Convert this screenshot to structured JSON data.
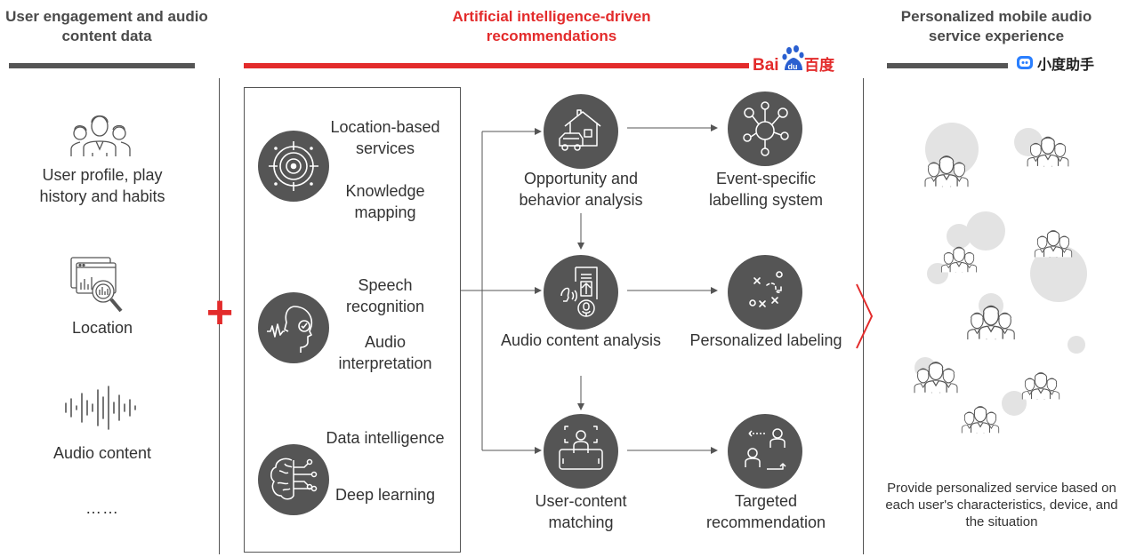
{
  "headers": {
    "left": "User engagement and audio content data",
    "center": "Artificial intelligence-driven recommendations",
    "right": "Personalized mobile audio service experience"
  },
  "brands": {
    "baidu_latin": "Bai",
    "baidu_du": "du",
    "baidu_cn": "百度",
    "xiaodu": "小度助手"
  },
  "inputs": [
    {
      "label": "User profile, play history and habits",
      "icon": "user-group-icon"
    },
    {
      "label": "Location",
      "icon": "location-analytics-icon"
    },
    {
      "label": "Audio content",
      "icon": "audio-waveform-icon"
    }
  ],
  "inputs_more": "……",
  "plus_sign": "+",
  "techniques": [
    {
      "icon": "target-icon",
      "lines": [
        "Location-based services",
        "Knowledge mapping"
      ]
    },
    {
      "icon": "voice-head-icon",
      "lines": [
        "Speech recognition",
        "Audio interpretation"
      ]
    },
    {
      "icon": "brain-circuit-icon",
      "lines": [
        "Data intelligence",
        "Deep learning"
      ]
    }
  ],
  "analysis": [
    {
      "icon": "house-car-icon",
      "label": "Opportunity and behavior analysis"
    },
    {
      "icon": "audio-document-icon",
      "label": "Audio content analysis"
    },
    {
      "icon": "user-screen-icon",
      "label": "User-content matching"
    }
  ],
  "outputs": [
    {
      "icon": "network-nodes-icon",
      "label": "Event-specific labelling system"
    },
    {
      "icon": "strategy-play-icon",
      "label": "Personalized labeling"
    },
    {
      "icon": "targeting-people-icon",
      "label": "Targeted recommendation"
    }
  ],
  "result_text": "Provide personalized service based on each user's characteristics, device, and the situation",
  "colors": {
    "accent": "#e32b2b",
    "icon_circle": "#555555",
    "rule": "#555555"
  }
}
